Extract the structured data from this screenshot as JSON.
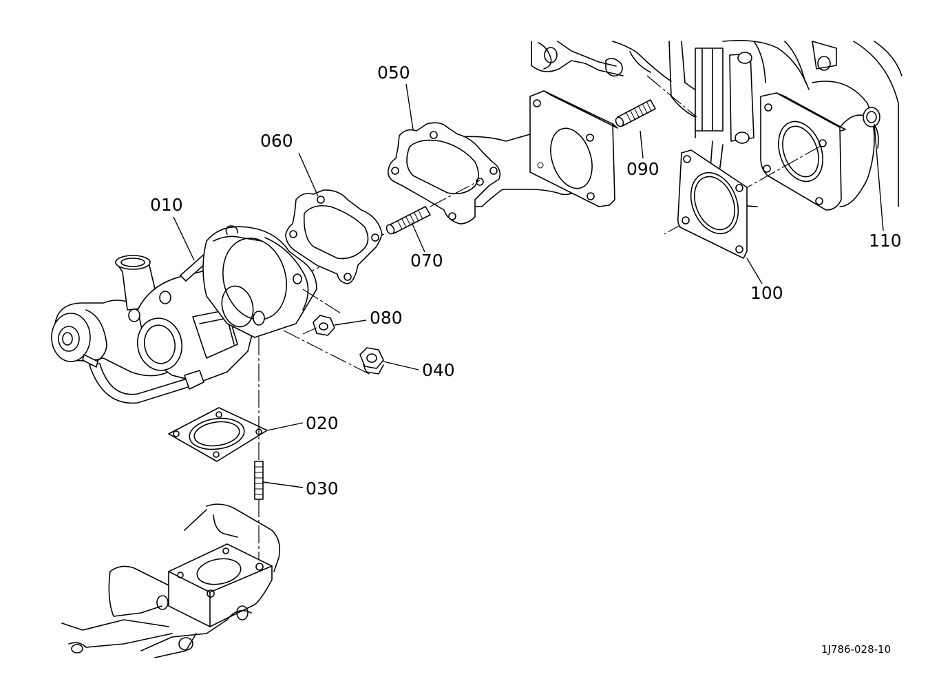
{
  "callouts": {
    "p010": "010",
    "p020": "020",
    "p030": "030",
    "p040": "040",
    "p050": "050",
    "p060": "060",
    "p070": "070",
    "p080": "080",
    "p090": "090",
    "p100": "100",
    "p110": "110"
  },
  "drawing_code": "1J786-028-10"
}
